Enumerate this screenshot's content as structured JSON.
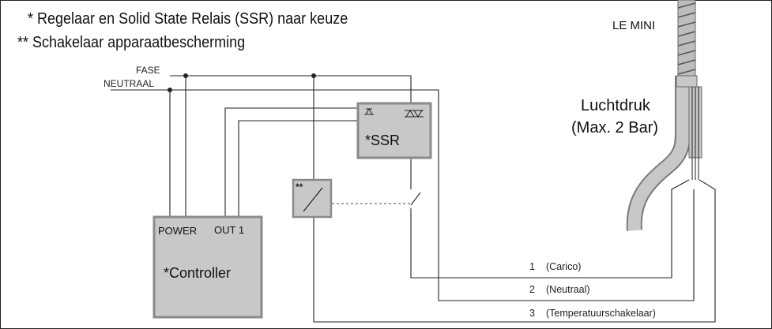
{
  "notes": {
    "note1": "* Regelaar en Solid State Relais (SSR) naar keuze",
    "note2": "** Schakelaar apparaatbescherming"
  },
  "lines": {
    "fase": "FASE",
    "neutraal": "NEUTRAAL"
  },
  "ssr": {
    "label": "*SSR"
  },
  "protection_switch": {
    "label": "**"
  },
  "controller": {
    "power": "POWER",
    "out1": "OUT 1",
    "label": "*Controller"
  },
  "heater": {
    "name": "LE MINI",
    "air_title": "Luchtdruk",
    "air_max": "(Max. 2 Bar)"
  },
  "wires": [
    {
      "num": "1",
      "desc": "(Carico)"
    },
    {
      "num": "2",
      "desc": "(Neutraal)"
    },
    {
      "num": "3",
      "desc": "(Temperatuurschakelaar)"
    }
  ],
  "colors": {
    "box_fill": "#c8c8c8",
    "box_border": "#8a8a8a",
    "wire": "#222222",
    "heater_fill": "#c0c0c0"
  }
}
